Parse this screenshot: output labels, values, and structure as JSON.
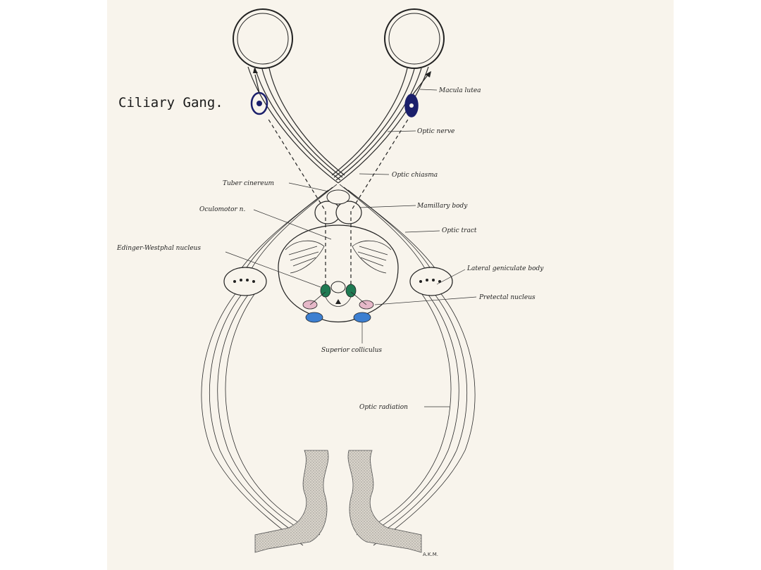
{
  "annotation": {
    "handwritten": "Ciliary Gang."
  },
  "labels": {
    "macula_lutea": "Macula lutea",
    "optic_nerve": "Optic nerve",
    "optic_chiasma": "Optic chiasma",
    "tuber_cinereum": "Tuber cinereum",
    "mamillary_body": "Mamillary body",
    "oculomotor_n": "Oculomotor n.",
    "optic_tract": "Optic tract",
    "edinger_westphal": "Edinger-Westphal nucleus",
    "lateral_geniculate": "Lateral geniculate body",
    "pretectal_nucleus": "Pretectal nucleus",
    "superior_colliculus": "Superior colliculus",
    "optic_radiation": "Optic radiation"
  },
  "signature": "A.K.M.",
  "colors": {
    "paper": "#f8f4ec",
    "ink": "#2a2a2a",
    "ciliary_ganglion": "#1b1f6b",
    "edinger_westphal_nucleus": "#1f7a52",
    "pretectal_nucleus": "#e6b8c8",
    "superior_colliculus_dot": "#3d7fd0",
    "cortex_stipple": "#cfcac0"
  }
}
